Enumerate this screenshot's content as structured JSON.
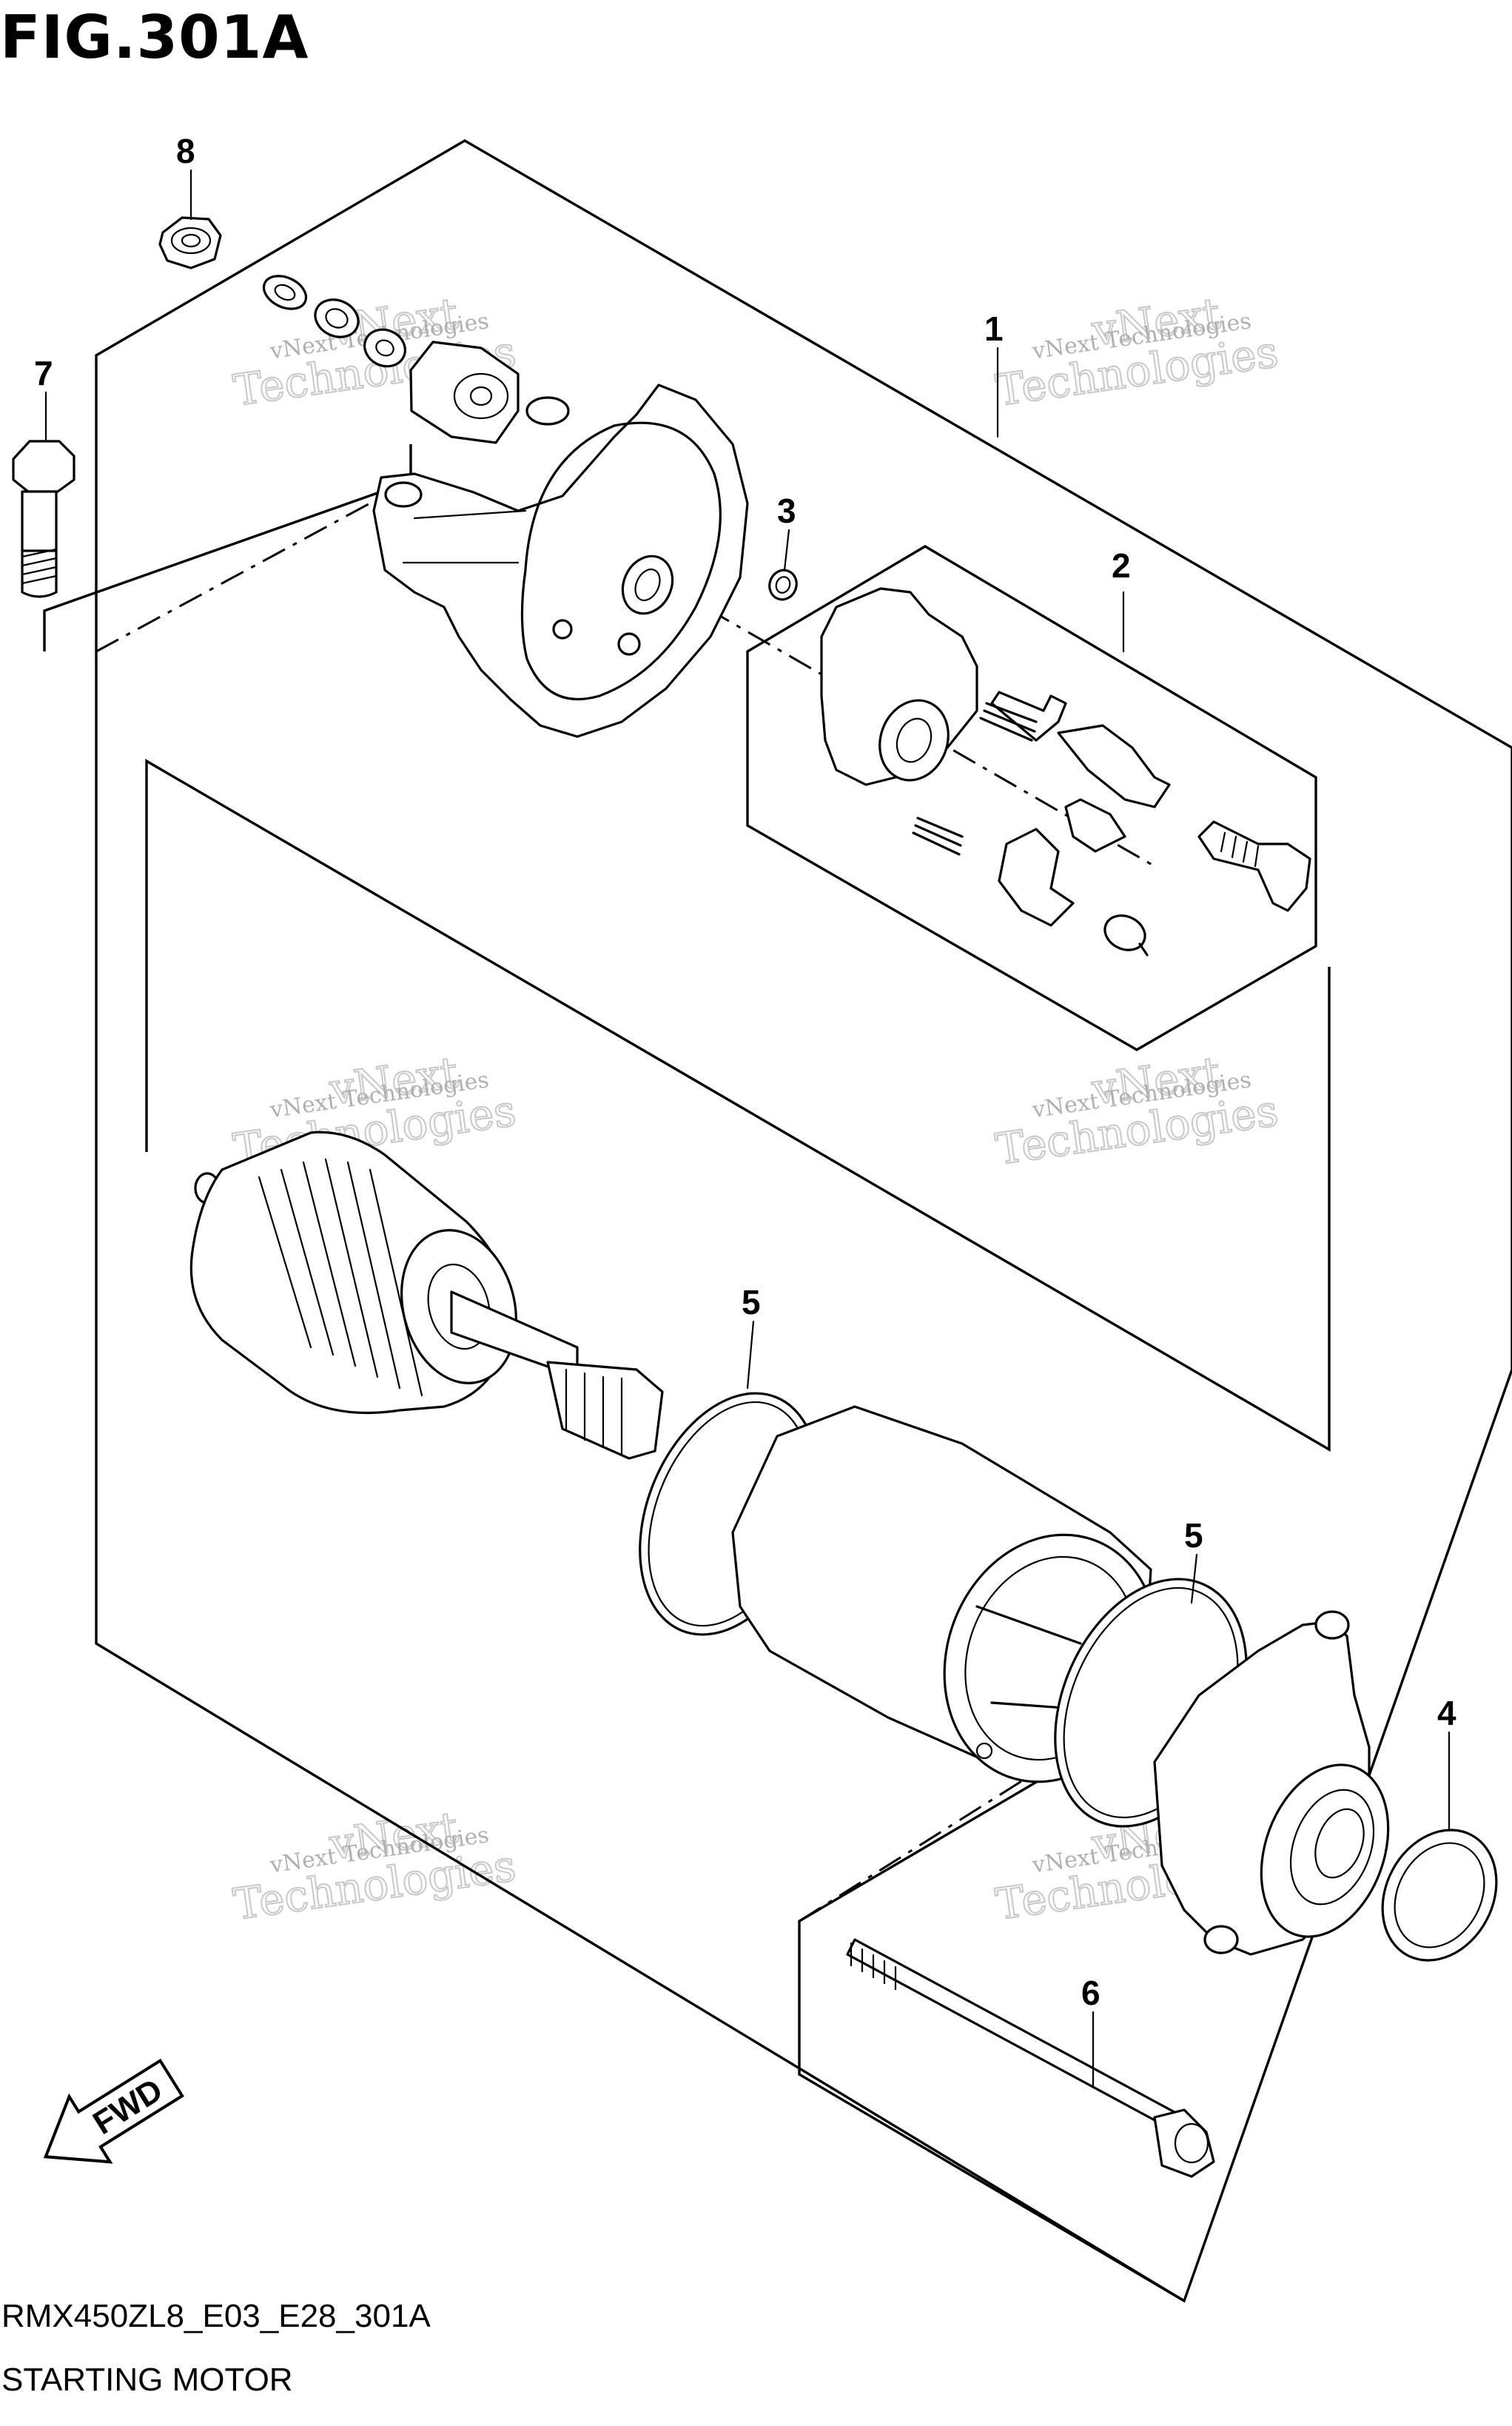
{
  "figure": {
    "title": "FIG.301A",
    "code": "RMX450ZL8_E03_E28_301A",
    "name": "STARTING MOTOR"
  },
  "callouts": [
    "1",
    "2",
    "3",
    "4",
    "5",
    "5",
    "6",
    "7",
    "8"
  ],
  "fwd_label": "FWD",
  "watermark": {
    "line1": "vNext Technologies",
    "line2": "vNext",
    "line3": "Technologies"
  }
}
